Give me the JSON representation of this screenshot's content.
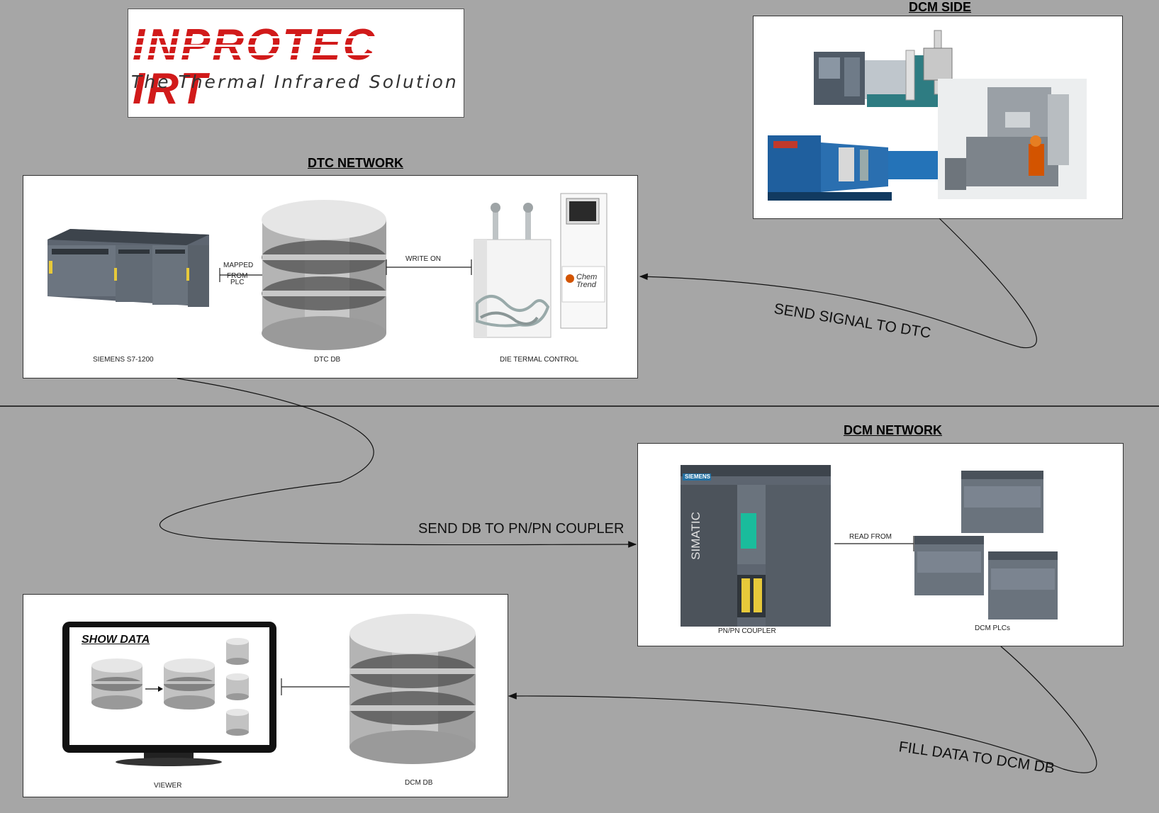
{
  "logo": {
    "name": "INPROTEC IRT",
    "tagline": "The Thermal Infrared Solution"
  },
  "dcm_side": {
    "title": "DCM SIDE"
  },
  "dtc_network": {
    "title": "DTC  NETWORK",
    "plc_caption": "SIEMENS S7-1200",
    "db_caption": "DTC DB",
    "device_caption": "DIE TERMAL CONTROL",
    "mapped_label": "MAPPED",
    "from_label": "FROM",
    "plc_label": "PLC",
    "write_label": "WRITE ON",
    "chemtrend_label": "Chem Trend"
  },
  "dcm_network": {
    "title": "DCM NETWORK",
    "coupler_caption": "PN/PN COUPLER",
    "plcs_caption": "DCM PLCs",
    "read_label": "READ FROM",
    "simatic_label": "SIMATIC",
    "siemens_label": "SIEMENS"
  },
  "viewer_panel": {
    "screen_title": "SHOW DATA",
    "viewer_caption": "VIEWER",
    "db_caption": "DCM  DB"
  },
  "flows": {
    "send_signal": "SEND SIGNAL TO DTC",
    "send_db": "SEND DB TO PN/PN COUPLER",
    "fill_data": "FILL DATA TO  DCM DB"
  },
  "colors": {
    "background": "#a6a6a6",
    "logo_red": "#d11a1a",
    "db_silver": "#c8c8c8",
    "plc_gray": "#5d6570",
    "machine_blue": "#1f5f9e",
    "machine_teal": "#2e7c82"
  }
}
